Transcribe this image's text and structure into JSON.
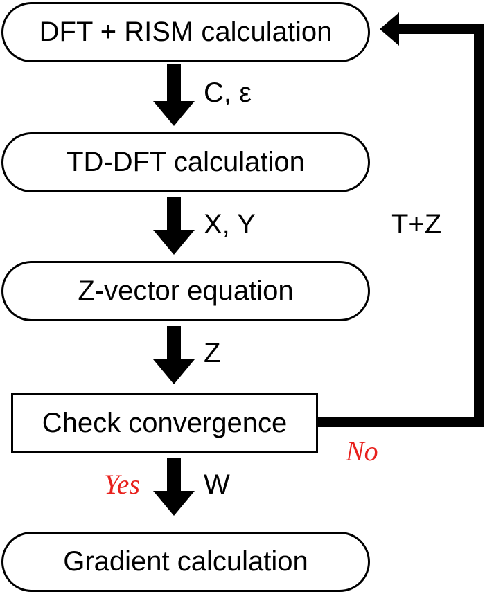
{
  "nodes": {
    "dft_rism": "DFT + RISM calculation",
    "td_dft": "TD-DFT calculation",
    "z_vector": "Z-vector equation",
    "check": "Check convergence",
    "gradient": "Gradient calculation"
  },
  "edges": {
    "c_eps": "C, ε",
    "x_y": "X, Y",
    "z": "Z",
    "w": "W",
    "feedback": "T+Z"
  },
  "branches": {
    "yes": "Yes",
    "no": "No"
  },
  "colors": {
    "line": "#000000",
    "branch_text": "#e8211d"
  }
}
